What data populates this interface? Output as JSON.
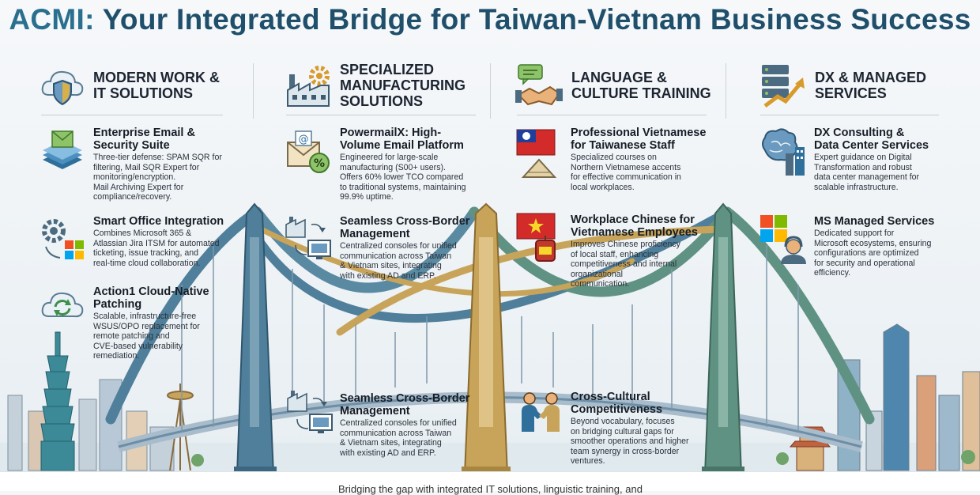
{
  "title_prefix": "ACMI:",
  "title_rest": "Your Integrated Bridge for Taiwan-Vietnam Business Success",
  "columns": [
    {
      "title_lines": [
        "MODERN WORK &",
        "IT SOLUTIONS"
      ],
      "icon": "cloud-shield-icon",
      "items": [
        {
          "title_lines": [
            "Enterprise Email &",
            "Security Suite"
          ],
          "icon": "email-layers-icon",
          "desc_lines": [
            "Three-tier defense: SPAM SQR for",
            "filtering, Mail SQR Expert for",
            "monitoring/encryption.",
            "Mail Archiving Expert for",
            "compliance/recovery."
          ]
        },
        {
          "title_lines": [
            "Smart Office Integration"
          ],
          "icon": "gear-windows-icon",
          "desc_lines": [
            "Combines Microsoft 365 &",
            "Atlassian Jira ITSM for automated",
            "ticketing, issue tracking, and",
            "real-time cloud collaboration."
          ]
        },
        {
          "title_lines": [
            "Action1 Cloud-Native",
            "Patching"
          ],
          "icon": "cloud-sync-icon",
          "desc_lines": [
            "Scalable, infrastructure-free",
            "WSUS/OPO replacement for",
            "remote patching and",
            "CVE-based vulnerability",
            "remediation."
          ]
        }
      ]
    },
    {
      "title_lines": [
        "SPECIALIZED",
        "MANUFACTURING",
        "SOLUTIONS"
      ],
      "icon": "factory-gear-icon",
      "items": [
        {
          "title_lines": [
            "PowermailX: High-",
            "Volume Email Platform"
          ],
          "icon": "email-percent-icon",
          "desc_lines": [
            "Engineered for large-scale",
            "manufacturing (S00+ users).",
            "Offers 60% lower TCO compared",
            "to traditional systems, maintaining",
            "99.9% uptime."
          ]
        },
        {
          "title_lines": [
            "Seamless Cross-Border",
            "Management"
          ],
          "icon": "factory-monitor-icon",
          "desc_lines": [
            "Centralized consoles for unified",
            "communication across Taiwan",
            "& Vietnam sites, integrating",
            "with existing AD and ERP."
          ]
        },
        {
          "title_lines": [
            "Seamless Cross-Border",
            "Management"
          ],
          "icon": "factory-monitor-icon",
          "desc_lines": [
            "Centralized consoles for unified",
            "communication across Taiwan",
            "& Vietnam sites, integrating",
            "with existing AD and ERP."
          ]
        }
      ]
    },
    {
      "title_lines": [
        "LANGUAGE &",
        "CULTURE TRAINING"
      ],
      "icon": "handshake-chat-icon",
      "items": [
        {
          "title_lines": [
            "Professional Vietnamese",
            "for Taiwanese Staff"
          ],
          "icon": "taiwan-flag-hat-icon",
          "desc_lines": [
            "Specialized courses on",
            "Northern Vietnamese accents",
            "for effective communication in",
            "local workplaces."
          ]
        },
        {
          "title_lines": [
            "Workplace Chinese for",
            "Vietnamese Employees"
          ],
          "icon": "vietnam-flag-lantern-icon",
          "desc_lines": [
            "Improves Chinese proficiency",
            "of local staff, enhancing",
            "competitiveness and internal",
            "organizational",
            "communication."
          ]
        },
        {
          "title_lines": [
            "Cross-Cultural",
            "Competitiveness"
          ],
          "icon": "people-handshake-icon",
          "desc_lines": [
            "Beyond vocabulary, focuses",
            "on bridging cultural gaps for",
            "smoother operations and higher",
            "team synergy in cross-border",
            "ventures."
          ]
        }
      ]
    },
    {
      "title_lines": [
        "DX & MANAGED",
        "SERVICES"
      ],
      "icon": "server-growth-icon",
      "items": [
        {
          "title_lines": [
            "DX Consulting &",
            "Data Center Services"
          ],
          "icon": "brain-city-icon",
          "desc_lines": [
            "Expert guidance on Digital",
            "Transformation and robust",
            "data center management for",
            "scalable infrastructure."
          ]
        },
        {
          "title_lines": [
            "MS Managed Services"
          ],
          "icon": "windows-support-icon",
          "desc_lines": [
            "Dedicated support for",
            "Microsoft ecosystems, ensuring",
            "configurations are optimized",
            "for security and operational",
            "efficiency."
          ]
        }
      ]
    }
  ],
  "footer_text": "Bridging the gap with integrated IT solutions, linguistic training, and",
  "colors": {
    "title": "#1f4f6b",
    "bridge_blue": "#4f7f9a",
    "bridge_gold": "#c8a45a",
    "bridge_teal": "#5f9283"
  }
}
